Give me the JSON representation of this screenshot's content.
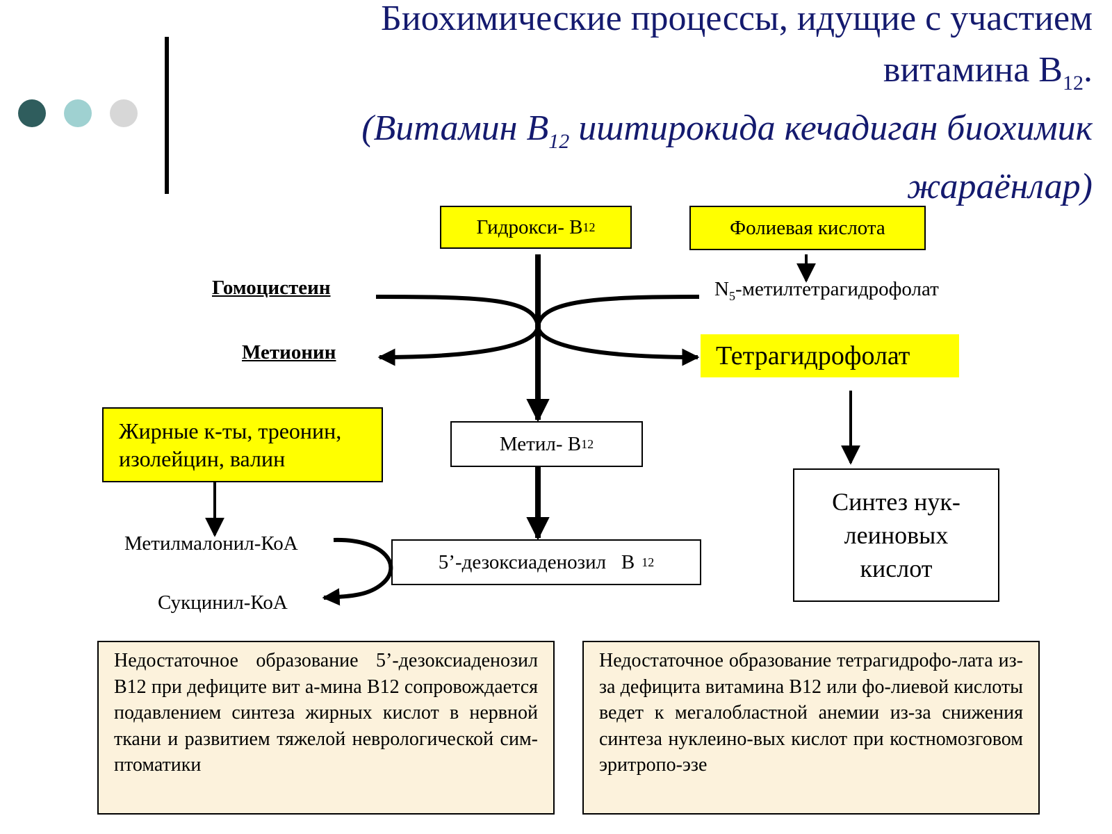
{
  "title": {
    "line1": "Биохимические процессы, идущие с участием",
    "line2_main": "витамина В",
    "line2_sub": "12",
    "line2_end": ".",
    "line3_start": "(Витамин В",
    "line3_sub": "12",
    "line3_end": " иштирокида кечадиган биохимик",
    "line4": "жараёнлар)"
  },
  "decor_colors": {
    "dot1": "#2f5d5d",
    "dot2": "#9fd1d1",
    "dot3": "#d7d7d7",
    "title": "#141a6e",
    "highlight": "#ffff00",
    "note_bg": "#fcf2dc"
  },
  "diagram": {
    "hydroxy_b12": {
      "text": "Гидрокси- В",
      "sub": "12"
    },
    "folic_acid": "Фолиевая кислота",
    "homocysteine": "Гомоцистеин",
    "n5_methyl": {
      "prefix": "N",
      "sub": "5",
      "text": "-метилтетрагидрофолат"
    },
    "methionine": "Метионин",
    "tetrahydrofolate": "Тетрагидрофолат",
    "fatty_acids": {
      "line1": "Жирные к-ты, треонин,",
      "line2": "изолейцин, валин"
    },
    "methyl_b12": {
      "text": "Метил- В",
      "sub": "12"
    },
    "methylmalonyl": "Метилмалонил-КоА",
    "deoxyadenosyl": {
      "text": "5’-дезоксиаденозил   В",
      "sub": "12"
    },
    "succinyl": "Сукцинил-КоА",
    "nucleic_synthesis": {
      "line1": "Синтез нук-",
      "line2": "леиновых",
      "line3": "кислот"
    }
  },
  "notes": {
    "left": "Недостаточное образование 5’-дезоксиаденозил В12 при дефиците вит а-мина В12 сопровождается подавлением синтеза жирных кислот в нервной ткани и развитием тяжелой неврологической сим-птоматики",
    "right": "Недостаточное образование тетрагидрофо-лата из-за дефицита витамина В12 или фо-лиевой кислоты ведет к мегалобластной анемии из-за снижения синтеза нуклеино-вых кислот при костномозговом эритропо-эзе"
  }
}
